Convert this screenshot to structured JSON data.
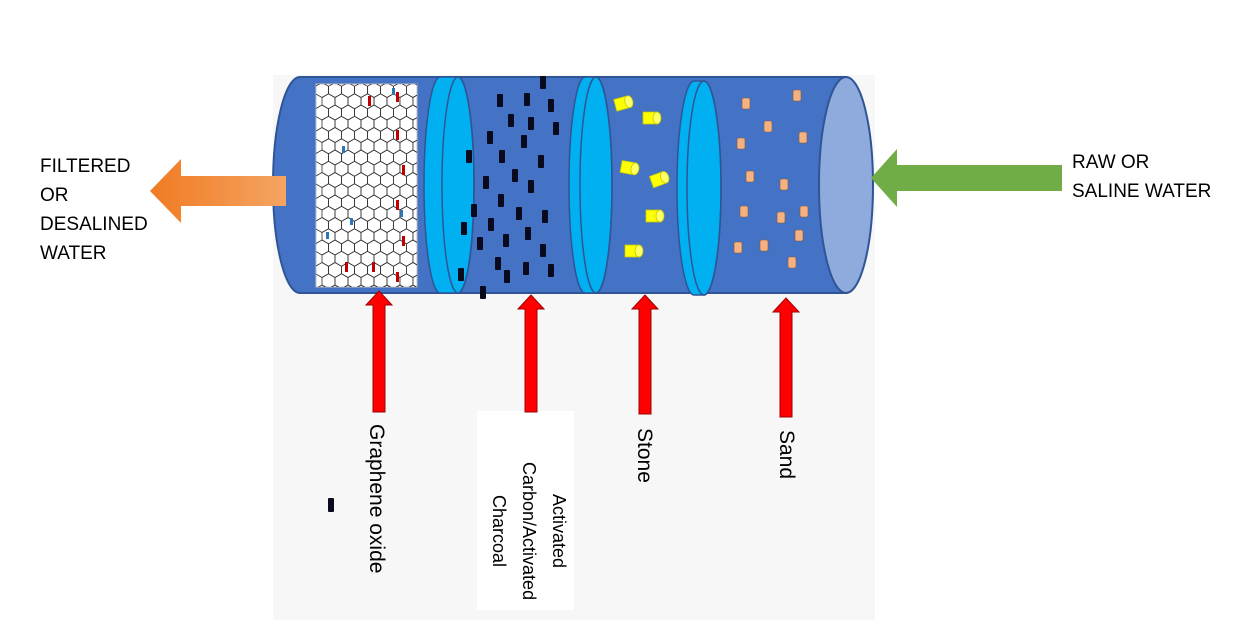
{
  "outlet": {
    "label": "FILTERED\nOR\nDESALINED\nWATER",
    "arrow_color": "#F07B23"
  },
  "inlet": {
    "label": "RAW OR\nSALINE WATER",
    "arrow_color": "#70AD47"
  },
  "layers": [
    {
      "label": "Graphene oxide"
    },
    {
      "label": "Activated\nCarbon/Activated\nCharcoal"
    },
    {
      "label": "Stone"
    },
    {
      "label": "Sand"
    }
  ],
  "colors": {
    "tube_body": "#4472C4",
    "tube_outline": "#2F5597",
    "tube_end_cap": "#8FAADC",
    "separator_disc": "#00B0F0",
    "carbon_particle": "#0A0A1E",
    "stone_particle": "#FFFF00",
    "sand_particle": "#F4B183",
    "pointer_arrow": "#FF0000",
    "graphene_ring": "#333333",
    "graphene_cooh": "#C00000",
    "graphene_oh": "#2E75B6"
  },
  "icons": {
    "outlet_arrow": "arrow-left-icon",
    "inlet_arrow": "arrow-left-icon",
    "pointer": "arrow-up-icon",
    "graphene_sheet": "hexagon-lattice-icon"
  }
}
